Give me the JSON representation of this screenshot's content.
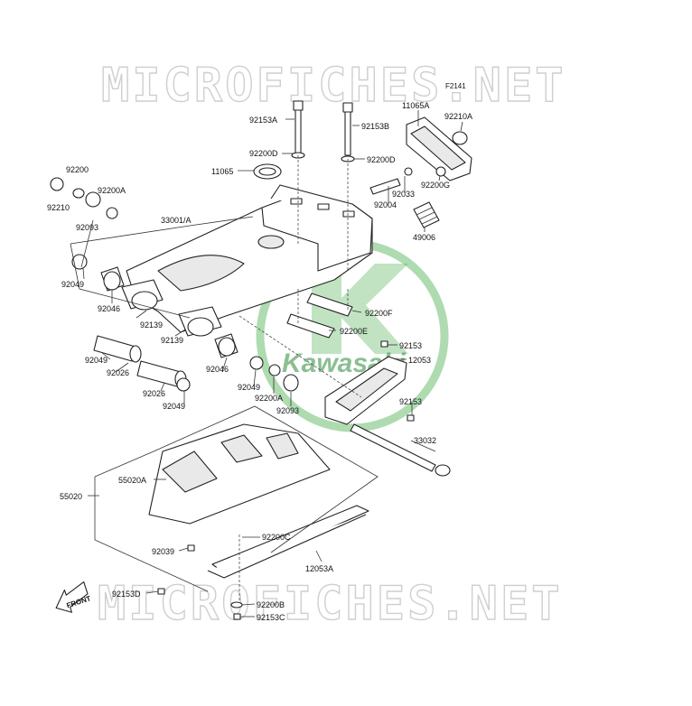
{
  "watermark": {
    "top": "MICROFICHES.NET",
    "bottom": "MICROFICHES.NET"
  },
  "brand_logo": {
    "text": "Kawasaki",
    "color": "#4caf50"
  },
  "figure_id": "F2141",
  "front_badge": "FRONT",
  "callouts": [
    "92153A",
    "92153B",
    "11065A",
    "92210A",
    "92200D",
    "92200D",
    "11065",
    "92200G",
    "92033",
    "92004",
    "49006",
    "92200",
    "92200A",
    "92093",
    "92210",
    "33001/A",
    "92049",
    "92046",
    "92139",
    "92139",
    "92200F",
    "92200E",
    "92153",
    "12053",
    "92049",
    "92026",
    "92026",
    "92049",
    "92046",
    "92049",
    "92200A",
    "92093",
    "92153",
    "33032",
    "55020A",
    "55020",
    "92200C",
    "92039",
    "12053A",
    "92153D",
    "92200B",
    "92153C"
  ]
}
